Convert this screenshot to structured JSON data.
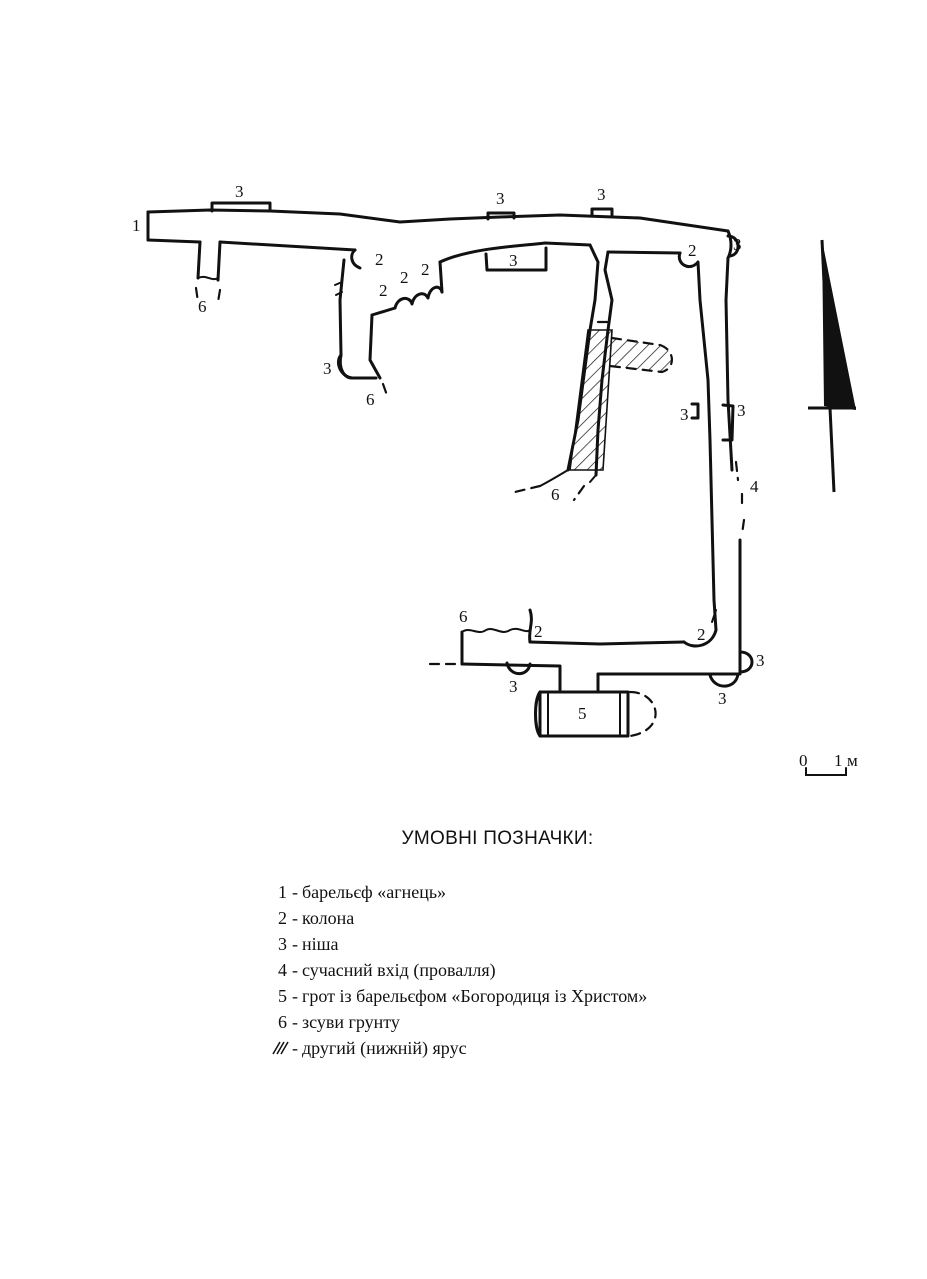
{
  "plan": {
    "labels": {
      "l1": "1",
      "l2": "2",
      "l3": "3",
      "l4": "4",
      "l5": "5",
      "l6": "6"
    },
    "scale": {
      "zero": "0",
      "one": "1",
      "unit": "м"
    }
  },
  "legend": {
    "title": "УМОВНІ ПОЗНАЧКИ:",
    "separator": "-",
    "items": [
      {
        "num": "1",
        "text": "барельєф «агнець»"
      },
      {
        "num": "2",
        "text": "колона"
      },
      {
        "num": "3",
        "text": "ніша"
      },
      {
        "num": "4",
        "text": "сучасний вхід (провалля)"
      },
      {
        "num": "5",
        "text": "грот із барельєфом «Богородиця із Христом»"
      },
      {
        "num": "6",
        "text": "зсуви грунту"
      }
    ],
    "hatch_item": {
      "text": "другий (нижній) ярус"
    }
  }
}
